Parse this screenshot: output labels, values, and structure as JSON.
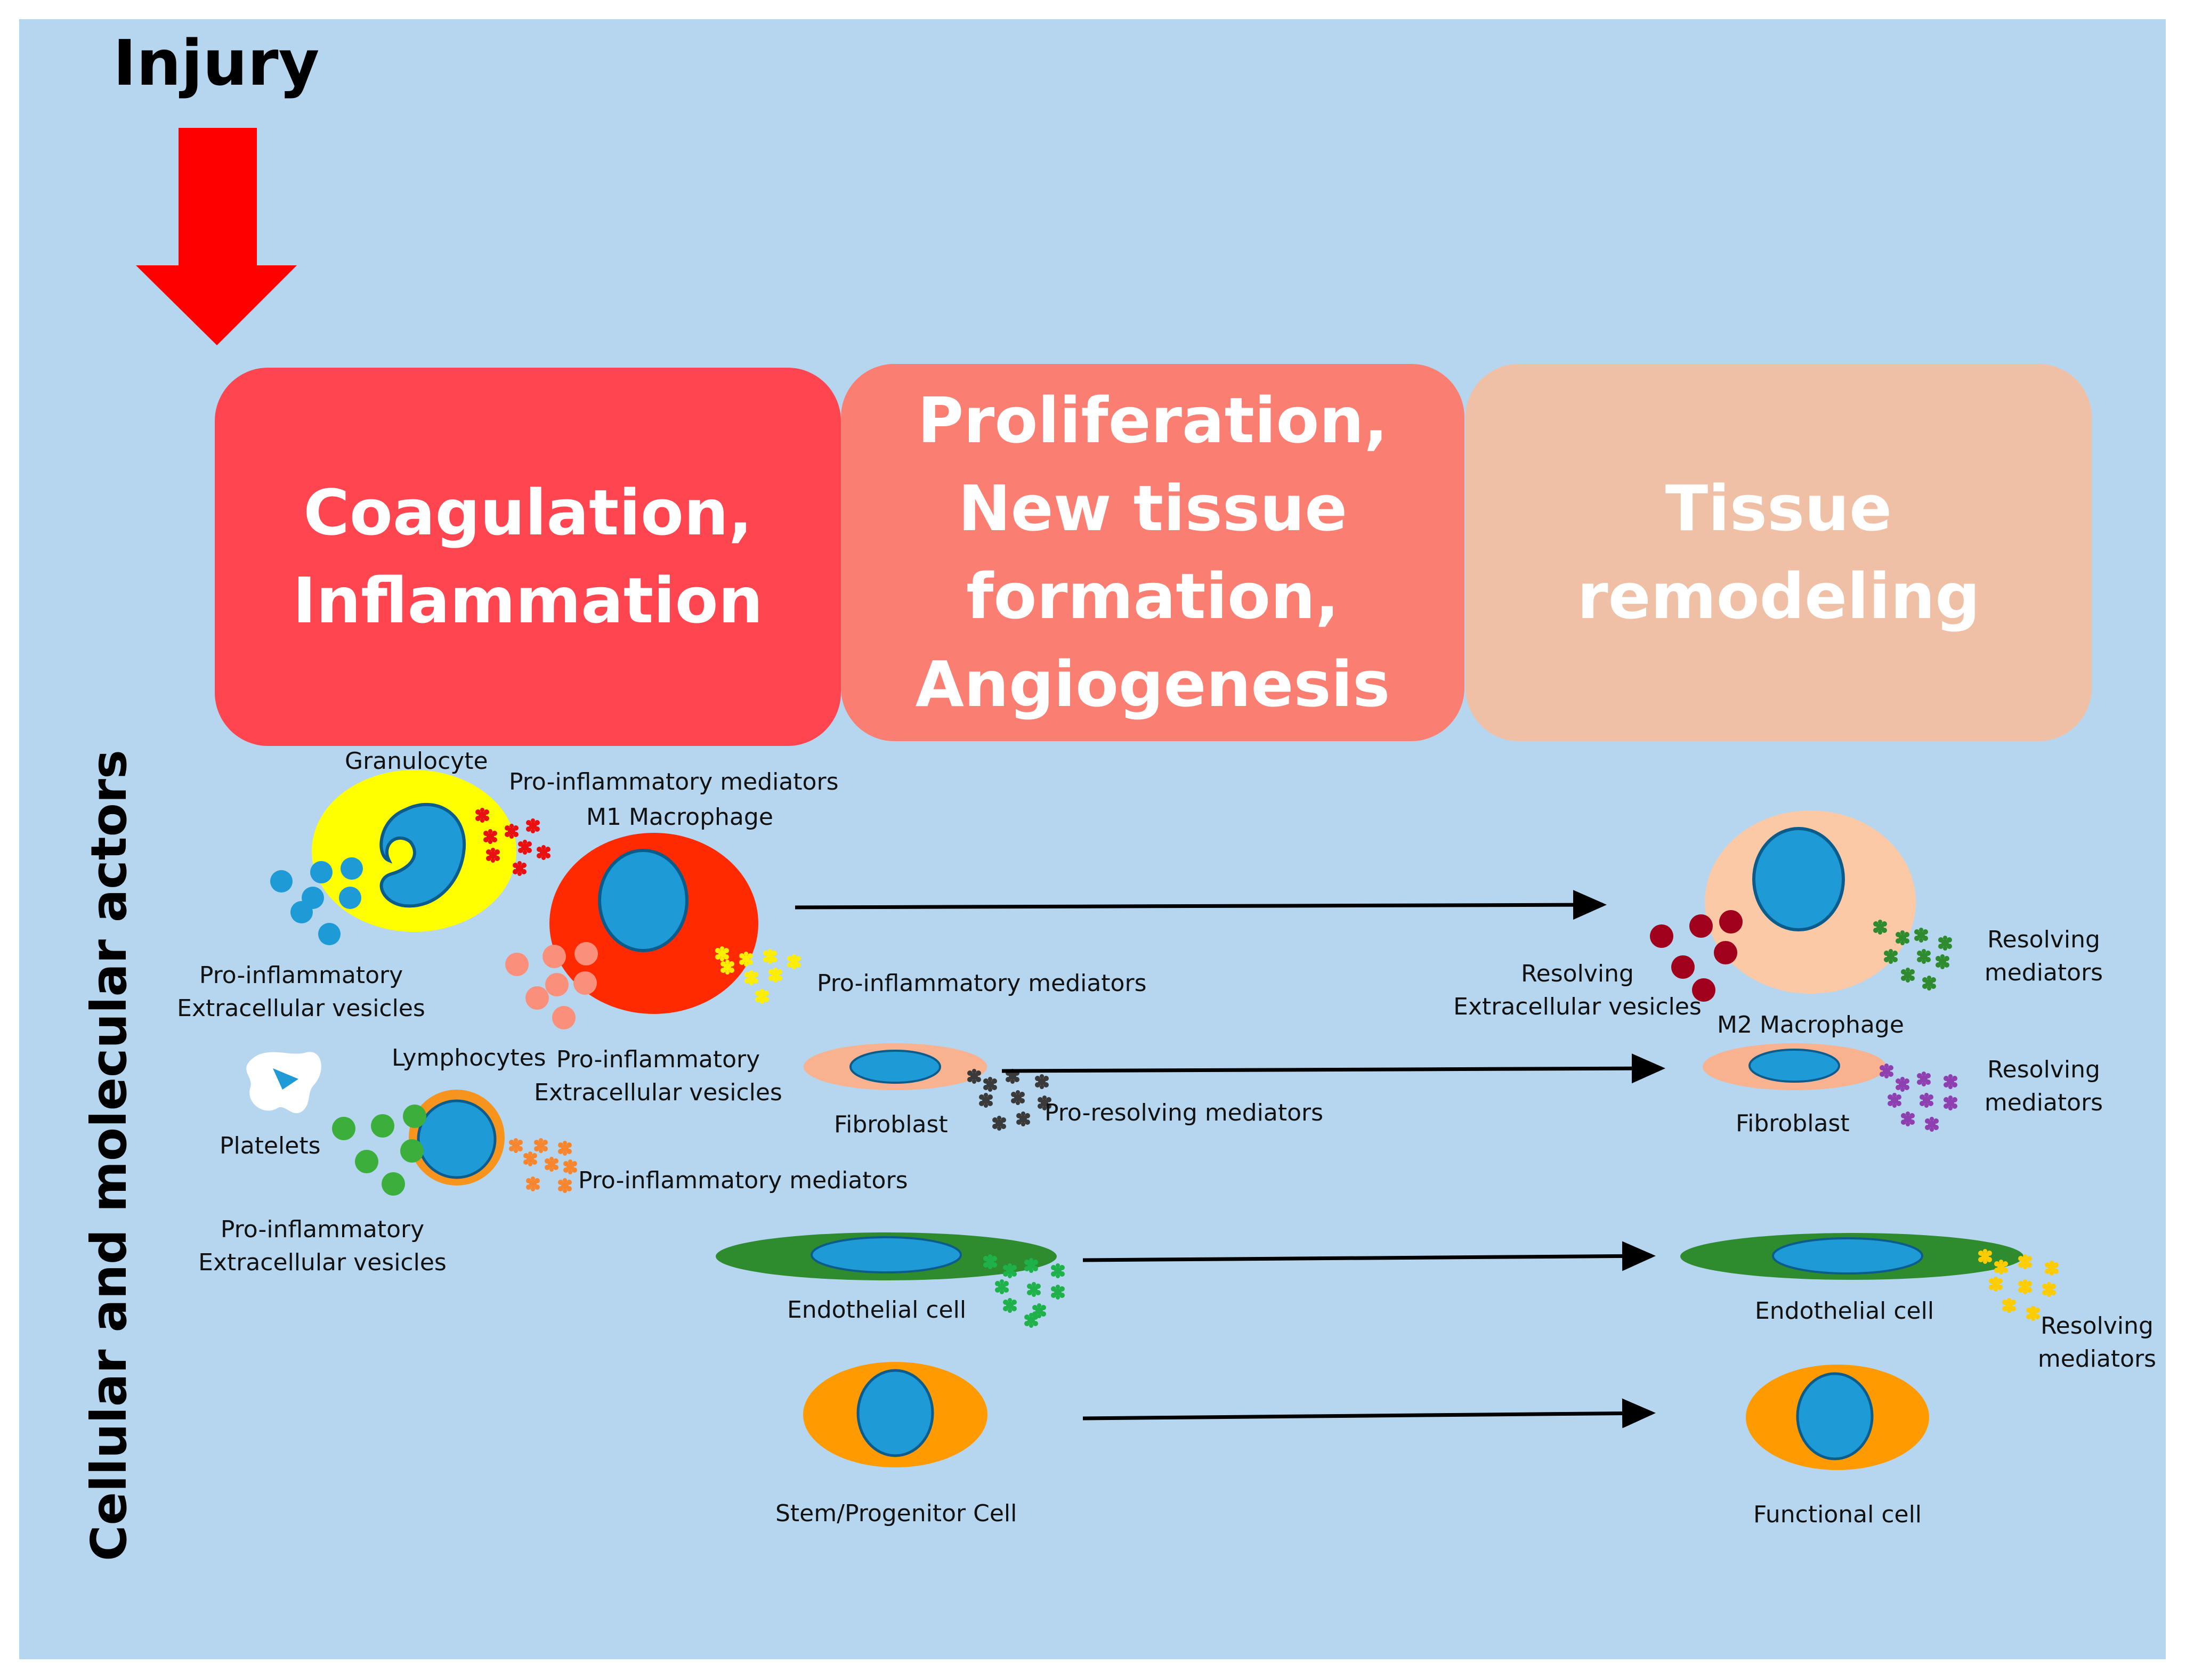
{
  "injury": {
    "label": "Injury"
  },
  "phases": [
    {
      "lines": [
        "Coagulation,",
        "Inflammation"
      ],
      "color": "#ff4550"
    },
    {
      "lines": [
        "Proliferation,",
        "New tissue",
        "formation,",
        "Angiogenesis"
      ],
      "color": "#fa7f72"
    },
    {
      "lines": [
        "Tissue",
        "remodeling"
      ],
      "color": "#f0c0a6"
    }
  ],
  "actors_label": "Cellular and molecular actors",
  "labels": {
    "granulocyte": "Granulocyte",
    "pro_inflammatory_mediators_1": "Pro-inflammatory mediators",
    "m1_macrophage": "M1 Macrophage",
    "pro_inflammatory_ev_1": [
      "Pro-inflammatory",
      "Extracellular vesicles"
    ],
    "pro_inflammatory_mediators_2": "Pro-inflammatory mediators",
    "lymphocytes": "Lymphocytes",
    "pro_inflammatory_ev_2": [
      "Pro-inflammatory",
      "Extracellular vesicles"
    ],
    "platelets": "Platelets",
    "pro_inflammatory_mediators_3": "Pro-inflammatory mediators",
    "pro_inflammatory_ev_3": [
      "Pro-inflammatory",
      "Extracellular vesicles"
    ],
    "fibroblast_left": "Fibroblast",
    "pro_resolving_mediators": "Pro-resolving mediators",
    "endothelial_left": "Endothelial cell",
    "stem_cell": "Stem/Progenitor Cell",
    "resolving_ev": [
      "Resolving",
      "Extracellular vesicles"
    ],
    "resolving_mediators_1": [
      "Resolving",
      "mediators"
    ],
    "m2_macrophage": "M2 Macrophage",
    "fibroblast_right": "Fibroblast",
    "resolving_mediators_2": [
      "Resolving",
      "mediators"
    ],
    "endothelial_right": "Endothelial cell",
    "resolving_mediators_3": [
      "Resolving",
      "mediators"
    ],
    "functional_cell": "Functional cell"
  },
  "colors": {
    "background": "#b5d6ee",
    "injury_arrow": "#ff0000",
    "nucleus": "#1e9ad6",
    "granulocyte": "#ffff00",
    "m1_macrophage": "#ff2a00",
    "m2_macrophage": "#fcc9a7",
    "fibroblast": "#f9b28f",
    "endothelial": "#2e8b2e",
    "stem_cell": "#ff9a00",
    "lymphocyte_ring": "#f7941d"
  }
}
